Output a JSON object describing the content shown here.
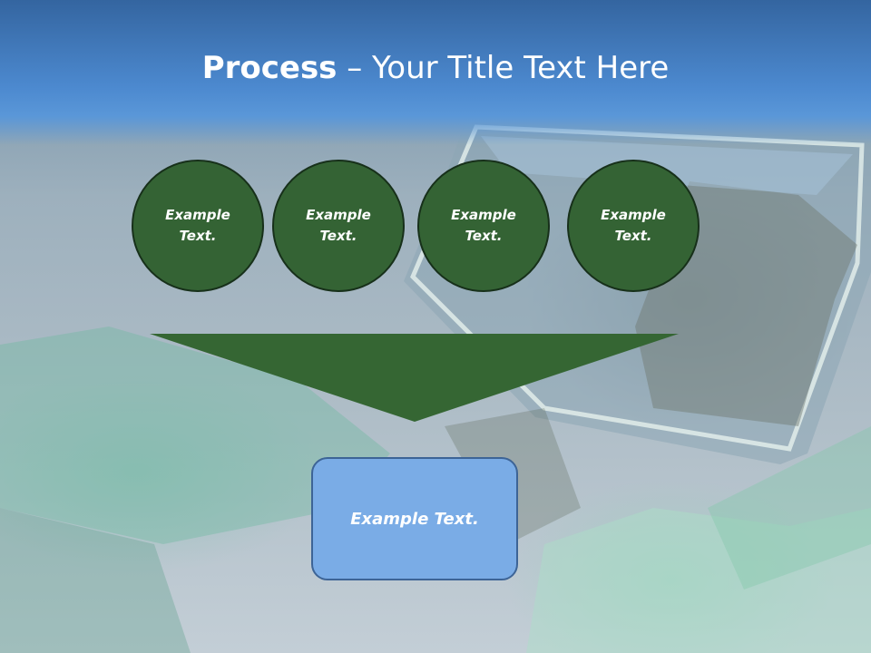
{
  "slide": {
    "title_bold": "Process",
    "title_rest": " – Your Title Text Here",
    "circles": [
      {
        "label": "Example\nText."
      },
      {
        "label": "Example\nText."
      },
      {
        "label": "Example\nText."
      },
      {
        "label": "Example\nText."
      }
    ],
    "result_label": "Example Text."
  },
  "colors": {
    "header_blue": "#4c89cf",
    "circle_green": "#346334",
    "arrow_green": "#356633",
    "result_blue": "#7aace6"
  }
}
